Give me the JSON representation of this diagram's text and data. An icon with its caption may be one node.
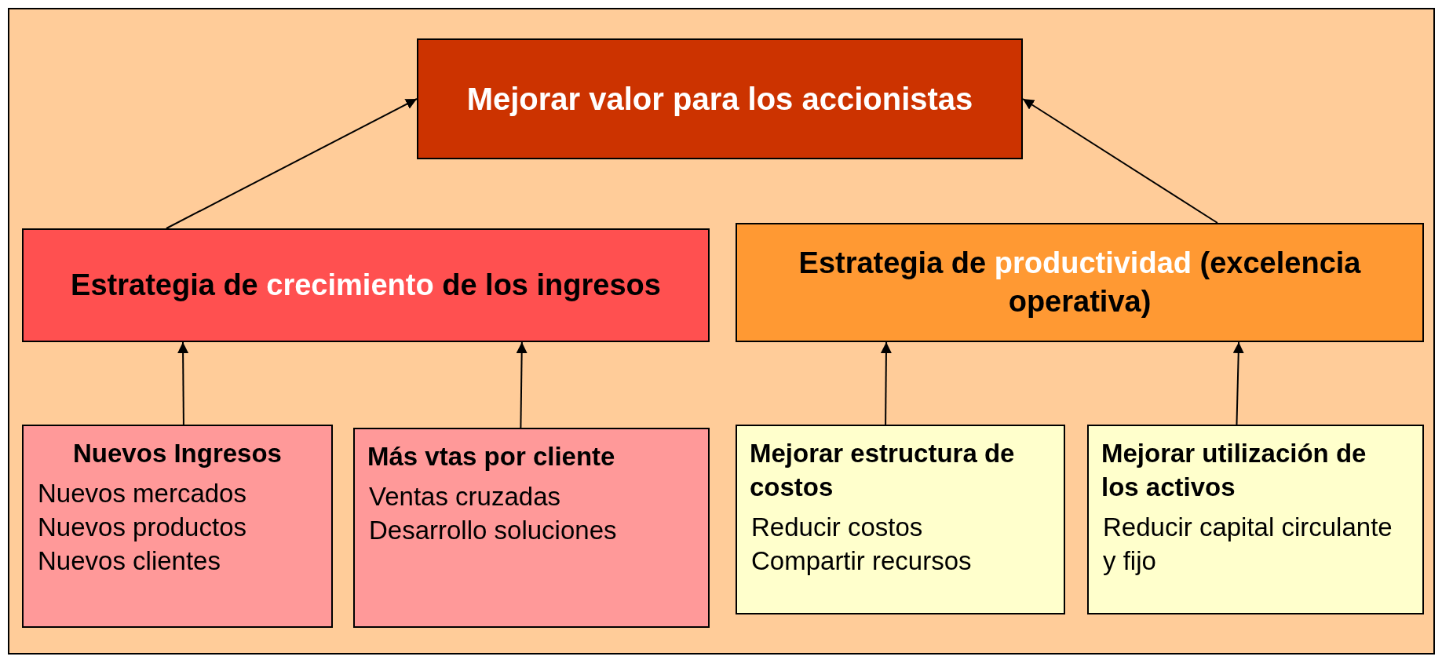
{
  "diagram": {
    "nodes": [
      {
        "text": [
          "Mejorar valor para los accionistas"
        ]
      },
      {
        "text": [
          "Estrategia de **crecimiento** de los ingresos"
        ]
      },
      {
        "text": [
          "Estrategia de **productividad** (excelencia operativa)"
        ]
      },
      {
        "text": [
          "Nuevos Ingresos",
          "Nuevos mercados",
          "Nuevos productos",
          "Nuevos clientes"
        ]
      },
      {
        "text": [
          "Más vtas por cliente",
          "Ventas cruzadas",
          "Desarrollo soluciones"
        ]
      },
      {
        "text": [
          "Mejorar estructura de costos",
          "Reducir costos",
          "Compartir recursos"
        ]
      },
      {
        "text": [
          "Mejorar utilización de los activos",
          "Reducir capital circulante y fijo"
        ]
      }
    ],
    "edges": [
      {
        "from": 1,
        "to": 0,
        "arrow": "to"
      },
      {
        "from": 2,
        "to": 0,
        "arrow": "to"
      },
      {
        "from": 3,
        "to": 1,
        "arrow": "to"
      },
      {
        "from": 4,
        "to": 1,
        "arrow": "to"
      },
      {
        "from": 5,
        "to": 2,
        "arrow": "to"
      },
      {
        "from": 6,
        "to": 2,
        "arrow": "to"
      }
    ]
  }
}
